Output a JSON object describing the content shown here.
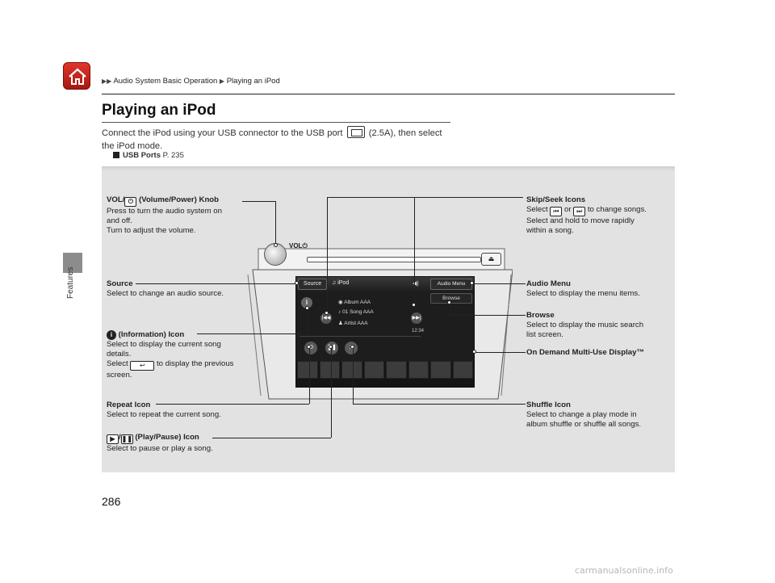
{
  "breadcrumb": {
    "parent": "Audio System Basic Operation",
    "current": "Playing an iPod"
  },
  "side_label": "Features",
  "title": "Playing an iPod",
  "intro": {
    "before_icon": "Connect the iPod using your USB connector to the USB port",
    "after_icon": "(2.5A), then select the iPod mode."
  },
  "xref": {
    "label": "USB Ports",
    "page": "P. 235"
  },
  "callouts": {
    "vol_head_a": "VOL/",
    "vol_head_b": "(Volume/Power) Knob",
    "vol_line1": "Press to turn the audio system on",
    "vol_line2": "and off.",
    "vol_line3": "Turn to adjust the volume.",
    "source_head": "Source",
    "source_line1": "Select to change an audio source.",
    "info_head": "(Information) Icon",
    "info_line1": "Select to display the current song",
    "info_line2": "details.",
    "info_line3a": "Select",
    "info_line3b": "to display the previous",
    "info_line4": "screen.",
    "repeat_head": "Repeat Icon",
    "repeat_line1": "Select to repeat the current song.",
    "play_head": "(Play/Pause) Icon",
    "play_line1": "Select to pause or play a song.",
    "skip_head": "Skip/Seek Icons",
    "skip_line1a": "Select",
    "skip_line1b": "or",
    "skip_line1c": "to change songs.",
    "skip_line2": "Select and hold to move rapidly",
    "skip_line3": "within a song.",
    "audiomenu_head": "Audio Menu",
    "audiomenu_line1": "Select to display the menu items.",
    "browse_head": "Browse",
    "browse_line1": "Select to display the music search",
    "browse_line2": "list screen.",
    "ondemand_head": "On Demand Multi-Use Display™",
    "shuffle_head": "Shuffle Icon",
    "shuffle_line1": "Select to change a play mode in",
    "shuffle_line2": "album shuffle or shuffle all songs."
  },
  "screen": {
    "source_btn": "Source",
    "mode": "iPod",
    "audio_menu_btn": "Audio Menu",
    "browse_btn": "Browse",
    "album": "Album AAA",
    "song": "01 Song AAA",
    "artist": "Artist AAA",
    "time": "12:34"
  },
  "page_number": "286",
  "watermark": "carmanualsonline.info",
  "colors": {
    "home_button": "#c8231a",
    "panel": "#e2e2e2",
    "screen": "#1d1d1d"
  }
}
